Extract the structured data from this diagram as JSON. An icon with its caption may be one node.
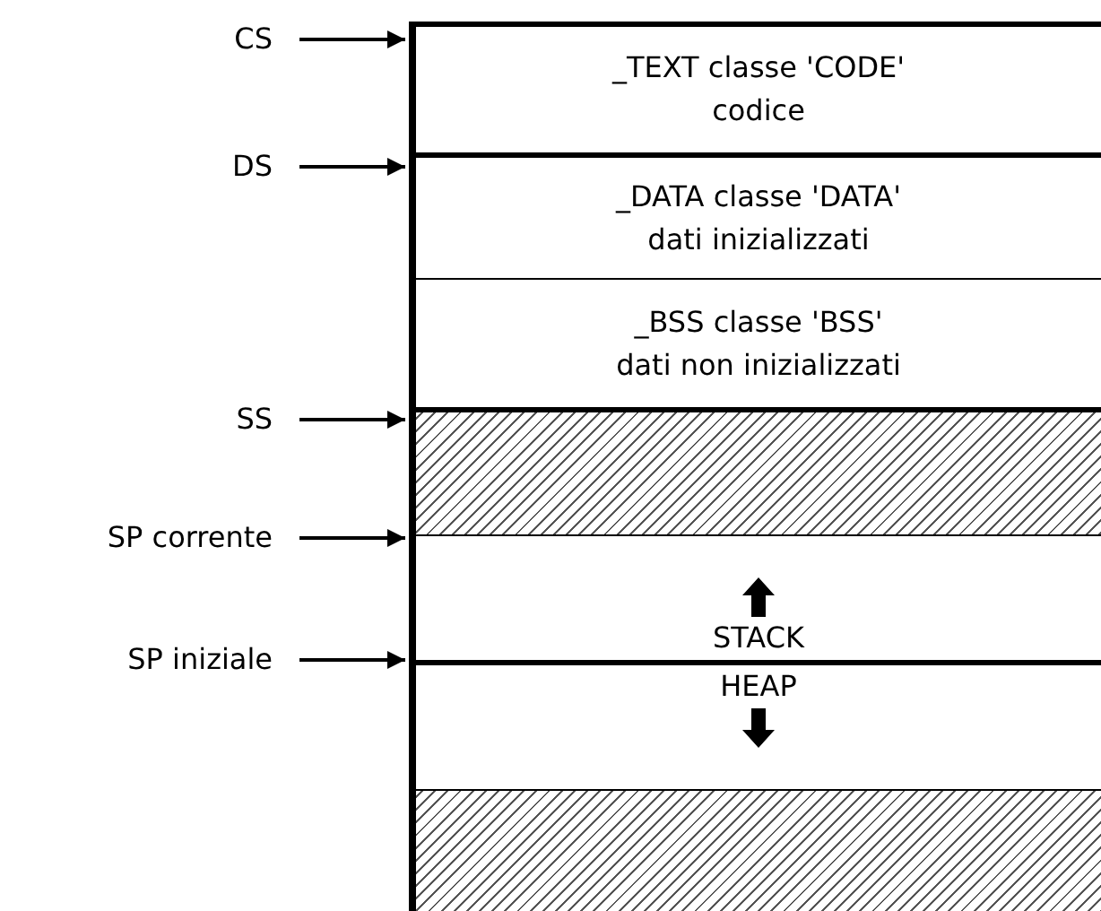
{
  "diagram": {
    "nodes": [
      {
        "text": [
          "CS"
        ]
      },
      {
        "text": [
          "_TEXT classe 'CODE'",
          "codice"
        ]
      },
      {
        "text": [
          "DS"
        ]
      },
      {
        "text": [
          "_DATA classe 'DATA'",
          "dati inizializzati"
        ]
      },
      {
        "text": [
          "_BSS classe 'BSS'",
          "dati non inizializzati"
        ]
      },
      {
        "text": [
          "SS"
        ]
      },
      {
        "text": [],
        "shape": "box"
      },
      {
        "text": [
          "SP corrente"
        ]
      },
      {
        "text": [
          "STACK"
        ]
      },
      {
        "text": [
          "SP iniziale"
        ]
      },
      {
        "text": [
          "HEAP"
        ]
      },
      {
        "text": [],
        "shape": "box"
      }
    ],
    "edges": [
      {
        "from": 0,
        "to": 1,
        "arrow": "to"
      },
      {
        "from": 2,
        "to": 3,
        "arrow": "to"
      },
      {
        "from": 5,
        "to": 6,
        "arrow": "to"
      },
      {
        "from": 7,
        "to": 8,
        "arrow": "to"
      },
      {
        "from": 9,
        "to": 10,
        "arrow": "to"
      }
    ]
  }
}
